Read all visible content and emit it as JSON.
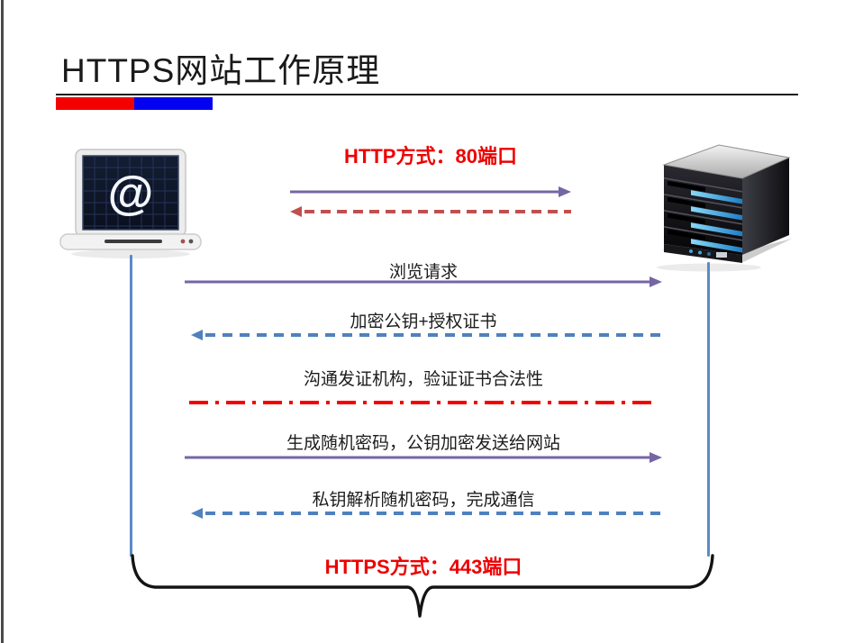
{
  "slide": {
    "title": "HTTPS网站工作原理"
  },
  "diagram": {
    "client_icon": "laptop-at-icon",
    "server_icon": "server-tower-icon",
    "top_label": "HTTP方式：80端口",
    "bottom_label": "HTTPS方式：443端口",
    "http_arrows": [
      {
        "direction": "right",
        "style": "solid-purple"
      },
      {
        "direction": "left",
        "style": "dashed-red"
      }
    ],
    "messages": [
      {
        "label": "浏览请求",
        "direction": "right",
        "style": "solid-purple"
      },
      {
        "label": "加密公钥+授权证书",
        "direction": "left",
        "style": "dashed-blue"
      },
      {
        "label": "沟通发证机构，验证证书合法性",
        "direction": "none",
        "style": "dashdot-red"
      },
      {
        "label": "生成随机密码，公钥加密发送给网站",
        "direction": "right",
        "style": "solid-purple"
      },
      {
        "label": "私钥解析随机密码，完成通信",
        "direction": "left",
        "style": "dashed-blue"
      }
    ],
    "colors": {
      "purple_arrow": "#7566a3",
      "blue_dashed": "#4f81bd",
      "muted_red_dashed": "#c0504d",
      "bright_red_dashdot": "#f40000",
      "label_red": "#ee0000",
      "connector_blue": "#5b8ac7",
      "accent_bar_red": "#f30000",
      "accent_bar_blue": "#0400f0"
    }
  }
}
